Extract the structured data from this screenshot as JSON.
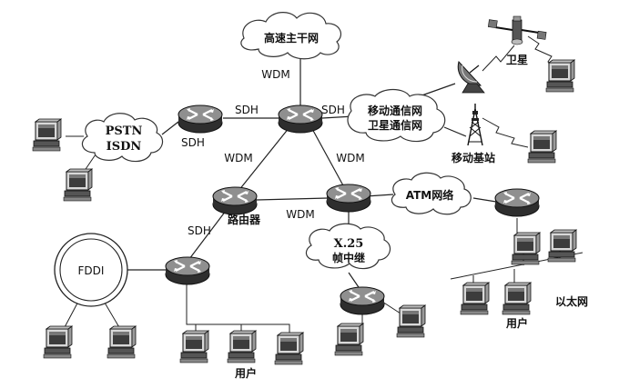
{
  "clouds": {
    "backbone": "高速主干网",
    "pstn_line1": "PSTN",
    "pstn_line2": "ISDN",
    "mobile_line1": "移动通信网",
    "mobile_line2": "卫星通信网",
    "atm": "ATM网络",
    "x25_line1": "X.25",
    "x25_line2": "帧中继"
  },
  "links": {
    "wdm_top": "WDM",
    "sdh_left": "SDH",
    "sdh_right": "SDH",
    "sdh_pstn": "SDH",
    "wdm_left": "WDM",
    "wdm_right": "WDM",
    "wdm_bottom": "WDM",
    "sdh_fddi": "SDH"
  },
  "labels": {
    "router": "路由器",
    "fddi": "FDDI",
    "satellite": "卫星",
    "base_station": "移动基站",
    "ethernet": "以太网",
    "users_bottom": "用户",
    "users_right": "用户"
  },
  "colors": {
    "line": "#222222",
    "router_fill": "#3a3a3a",
    "router_top": "#9a9a9a",
    "cloud_stroke": "#333333"
  },
  "icons": {
    "router": "router-icon",
    "computer": "computer-icon",
    "satellite": "satellite-icon",
    "dish": "satellite-dish-icon",
    "tower": "antenna-tower-icon"
  }
}
